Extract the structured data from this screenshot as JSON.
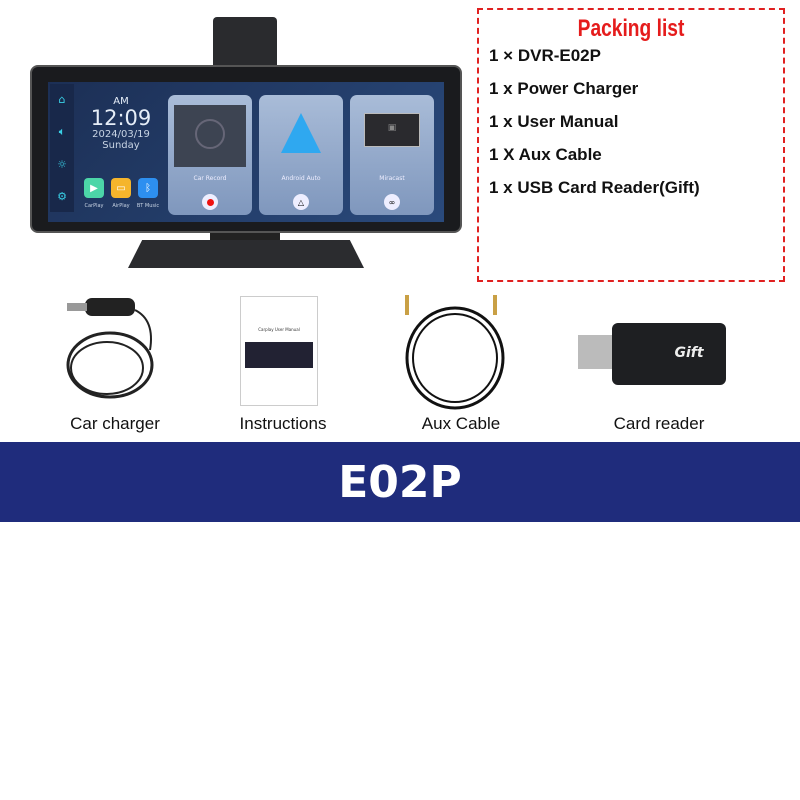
{
  "device": {
    "clock": {
      "ampm": "AM",
      "time": "12:09",
      "date": "2024/03/19",
      "day": "Sunday"
    },
    "apps": [
      {
        "label": "CarPlay",
        "icon": "play-icon",
        "color": "#4cd6a8"
      },
      {
        "label": "AirPlay",
        "icon": "tv-icon",
        "color": "#f5b52c"
      },
      {
        "label": "BT Music",
        "icon": "bluetooth-icon",
        "color": "#2d8ff0"
      }
    ],
    "cards": [
      {
        "label": "Car Record"
      },
      {
        "label": "Android Auto"
      },
      {
        "label": "Miracast",
        "logo": "Miracast"
      }
    ]
  },
  "packing": {
    "title": "Packing list",
    "items": [
      "1 × DVR-E02P",
      "1 x Power Charger",
      "1 x User Manual",
      "1 X Aux Cable",
      "1 x USB Card Reader(Gift)"
    ]
  },
  "accessories": [
    "Car charger",
    "Instructions",
    "Aux Cable",
    "Card reader"
  ],
  "manual_cover": "Carplay User Manual",
  "card_reader_text": "Gift",
  "model": "E02P"
}
